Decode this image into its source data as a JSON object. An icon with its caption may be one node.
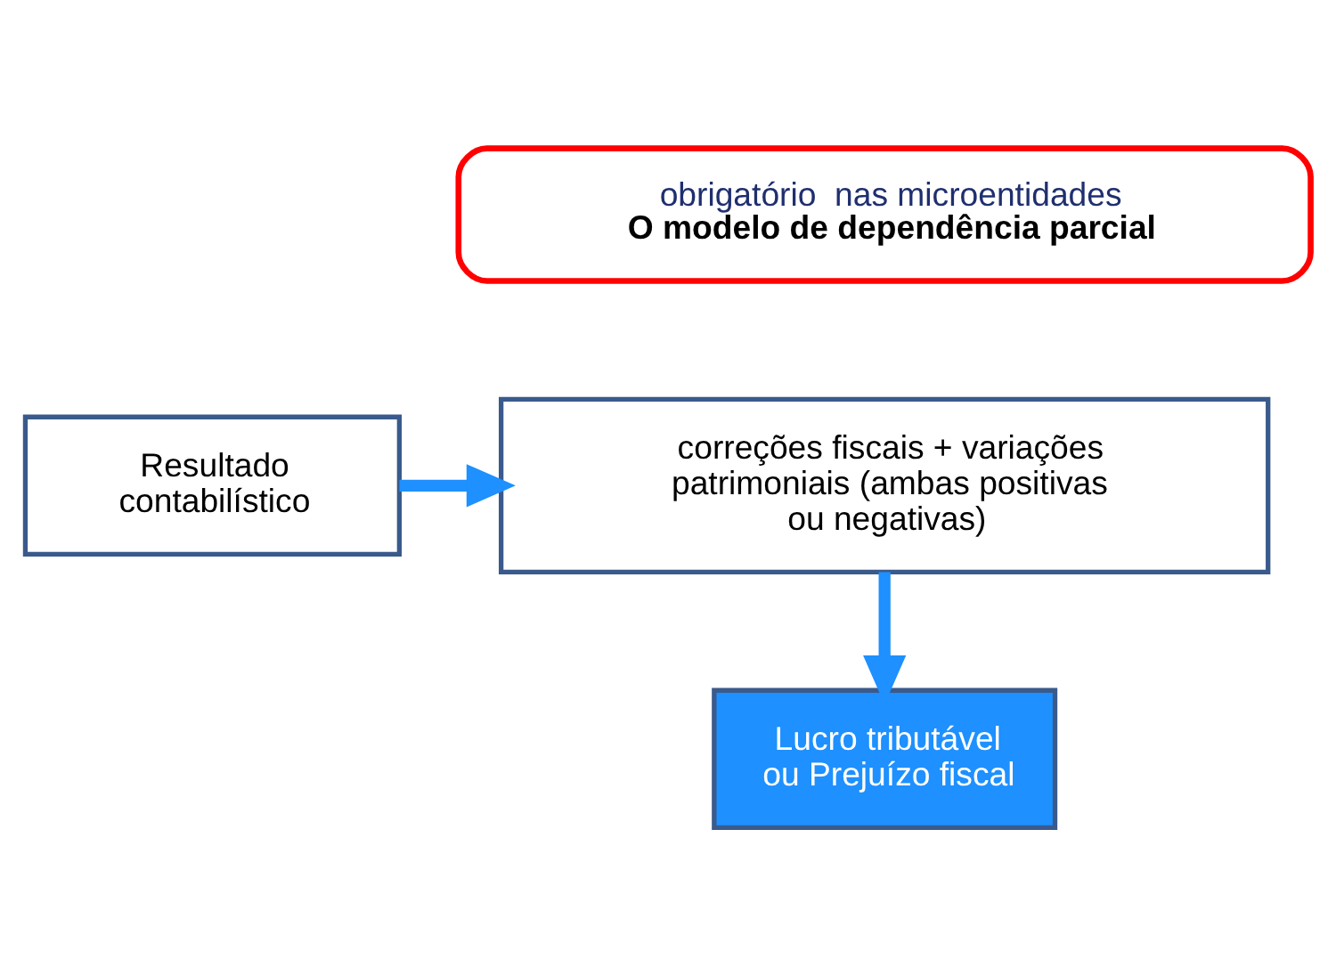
{
  "diagram": {
    "nodes": [
      {
        "text": [
          "obrigatório  nas microentidades",
          "O modelo de dependência parcial"
        ]
      },
      {
        "text": [
          "Resultado contabilístico"
        ]
      },
      {
        "text": [
          "correções fiscais + variações patrimoniais (ambas positivas ou negativas)"
        ]
      },
      {
        "text": [
          "Lucro tributável ou Prejuízo fiscal"
        ]
      }
    ],
    "edges": [
      {
        "from": 1,
        "to": 2,
        "arrow": "to"
      },
      {
        "from": 2,
        "to": 3,
        "arrow": "to"
      }
    ]
  }
}
